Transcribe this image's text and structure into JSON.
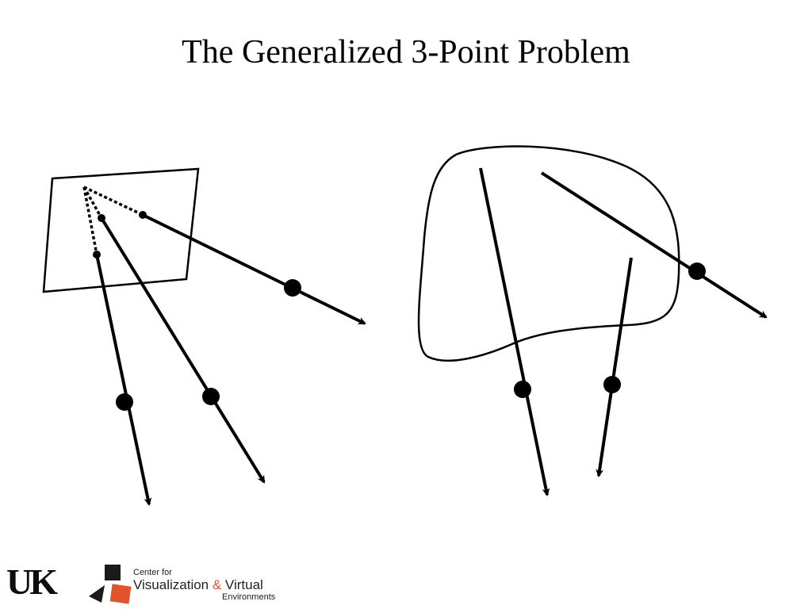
{
  "slide": {
    "title": "The Generalized 3-Point Problem"
  },
  "logos": {
    "uk_logo_text": "UK",
    "cvve_line1": "Center for",
    "cvve_line2_a": "Visualization ",
    "cvve_amp": "&",
    "cvve_line2_b": " Virtual",
    "cvve_line3": "Environments"
  },
  "colors": {
    "ink": "#000000",
    "accent_orange": "#e1532b",
    "logo_dark": "#1a1a1a"
  }
}
